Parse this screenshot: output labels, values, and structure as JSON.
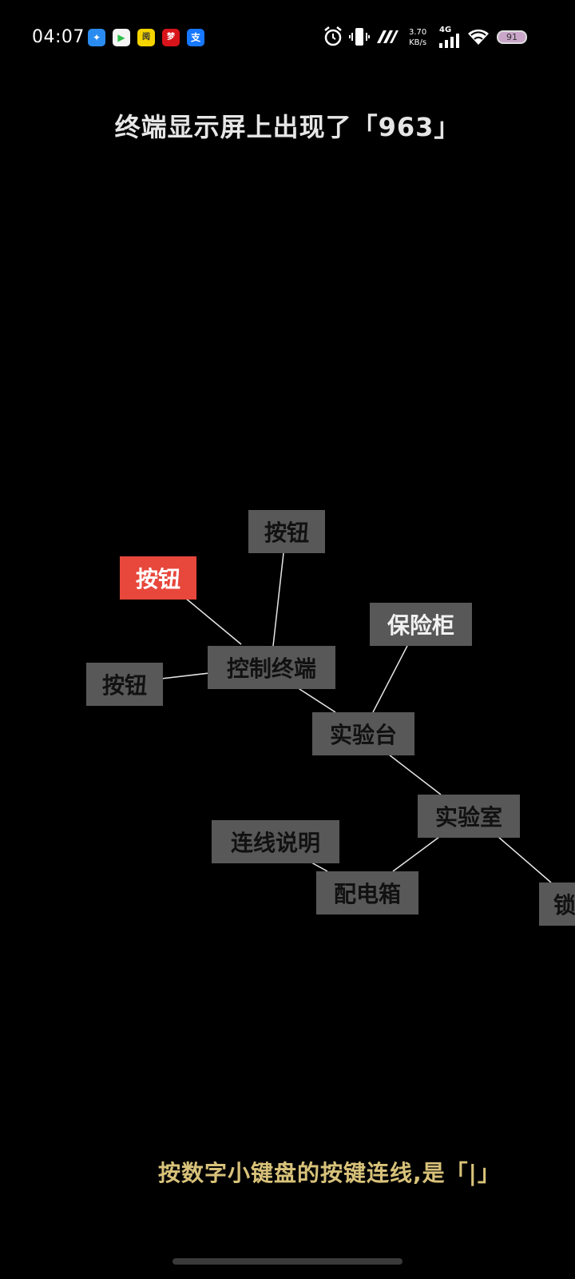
{
  "status_bar": {
    "time": "04:07",
    "net_speed_value": "3.70",
    "net_speed_unit": "KB/s",
    "network": "4G",
    "battery": "91",
    "app_icons": [
      {
        "name": "feather-app-icon",
        "glyph": "✦",
        "color": "#2a8cf0"
      },
      {
        "name": "video-app-icon",
        "glyph": "▶",
        "color": "#f5f5f5"
      },
      {
        "name": "reader-app-icon",
        "glyph": "阅",
        "color": "#f5d400"
      },
      {
        "name": "red-app-icon",
        "glyph": "梦",
        "color": "#d8141b"
      },
      {
        "name": "alipay-icon",
        "glyph": "支",
        "color": "#1677ff"
      }
    ]
  },
  "title": "终端显示屏上出现了「963」",
  "nodes": [
    {
      "id": "button_top",
      "label": "按钮"
    },
    {
      "id": "button_active",
      "label": "按钮"
    },
    {
      "id": "button_left",
      "label": "按钮"
    },
    {
      "id": "terminal",
      "label": "控制终端"
    },
    {
      "id": "safe",
      "label": "保险柜"
    },
    {
      "id": "bench",
      "label": "实验台"
    },
    {
      "id": "lab",
      "label": "实验室"
    },
    {
      "id": "wiring_help",
      "label": "连线说明"
    },
    {
      "id": "power_box",
      "label": "配电箱"
    },
    {
      "id": "lock",
      "label": "锁"
    }
  ],
  "hint": "按数字小键盘的按键连线,是「|」",
  "colors": {
    "node_bg": "#585858",
    "node_active": "#e8473c",
    "hint_text": "#d8c27a"
  }
}
